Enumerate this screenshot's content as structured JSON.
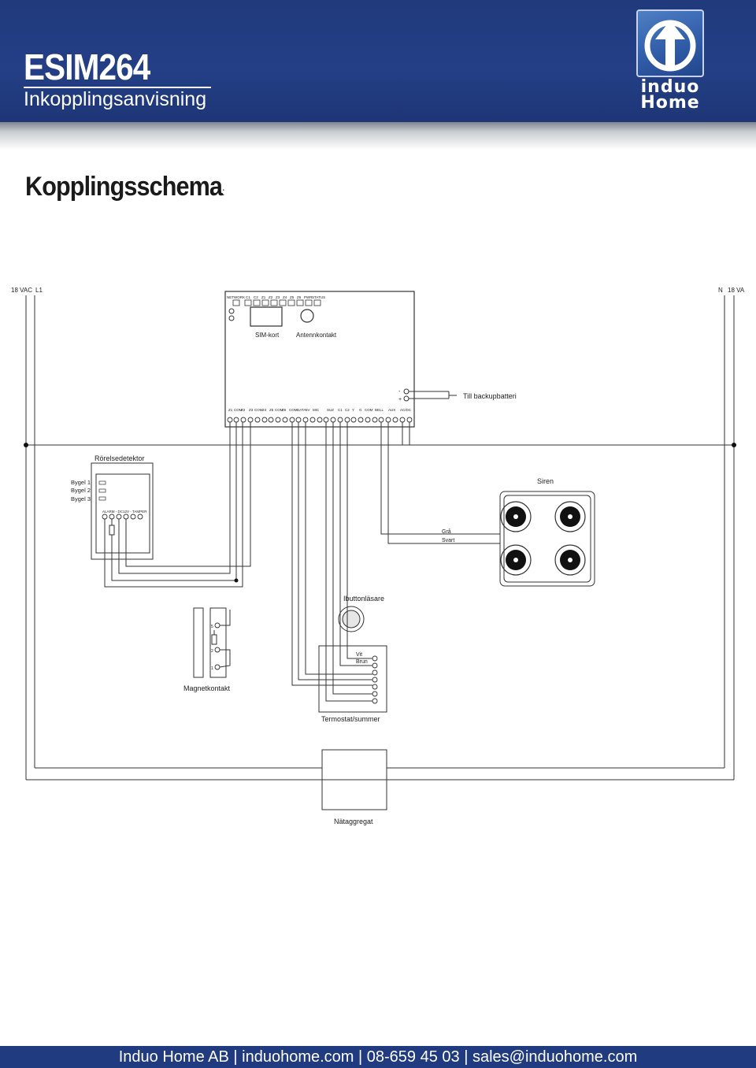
{
  "header": {
    "title": "ESIM264",
    "subtitle": "Inkopplingsanvisning",
    "logo_text_line1": "induo",
    "logo_text_line2": "Home",
    "colors": {
      "band": "#213b80",
      "logo": "#2f5aa6"
    },
    "logo_icon": "up-arrow-circle-icon"
  },
  "section": {
    "title": "Kopplingsschema",
    "suffix": ":"
  },
  "diagram": {
    "power_left": "18 VAC",
    "power_l1": "L1",
    "power_n": "N",
    "power_right": "18 VA",
    "top_terminals": [
      "NETWORK",
      "C1",
      "C2",
      "Z1",
      "Z2",
      "Z3",
      "Z4",
      "Z5",
      "Z6",
      "PWR",
      "STATUS"
    ],
    "sim_label": "SIM-kort",
    "antenna_label": "Antennkontakt",
    "bottom_terminals": [
      "Z1",
      "COM",
      "Z2",
      "Z3",
      "COM",
      "Z4",
      "Z5",
      "COM",
      "Z6",
      "COM",
      "DATA",
      "5V",
      "MIC",
      "SUZ",
      "C1",
      "C2",
      "Y",
      "G",
      "COM",
      "BELL",
      "AUX",
      "AC/DC"
    ],
    "battery_minus": "-",
    "battery_plus": "+",
    "battery_label": "Till backupbatteri",
    "motion_detector_label": "Rörelsedetektor",
    "jumpers": [
      "Bygel 1",
      "Bygel 2",
      "Bygel 3"
    ],
    "detector_terminals": "ALARM - DC12V - TAMPER",
    "siren_label": "Siren",
    "siren_wire_1": "Grå",
    "siren_wire_2": "Svart",
    "ibutton_label": "Ibuttonläsare",
    "ibutton_wire_1": "Vit",
    "ibutton_wire_2": "Brun",
    "magnet_label": "Magnetkontakt",
    "magnet_pins": [
      "5",
      "2",
      "1"
    ],
    "thermostat_label": "Termostat/summer",
    "psu_label": "Nätaggregat"
  },
  "footer": {
    "text": "Induo Home AB | induohome.com | 08-659 45 03 | sales@induohome.com"
  }
}
